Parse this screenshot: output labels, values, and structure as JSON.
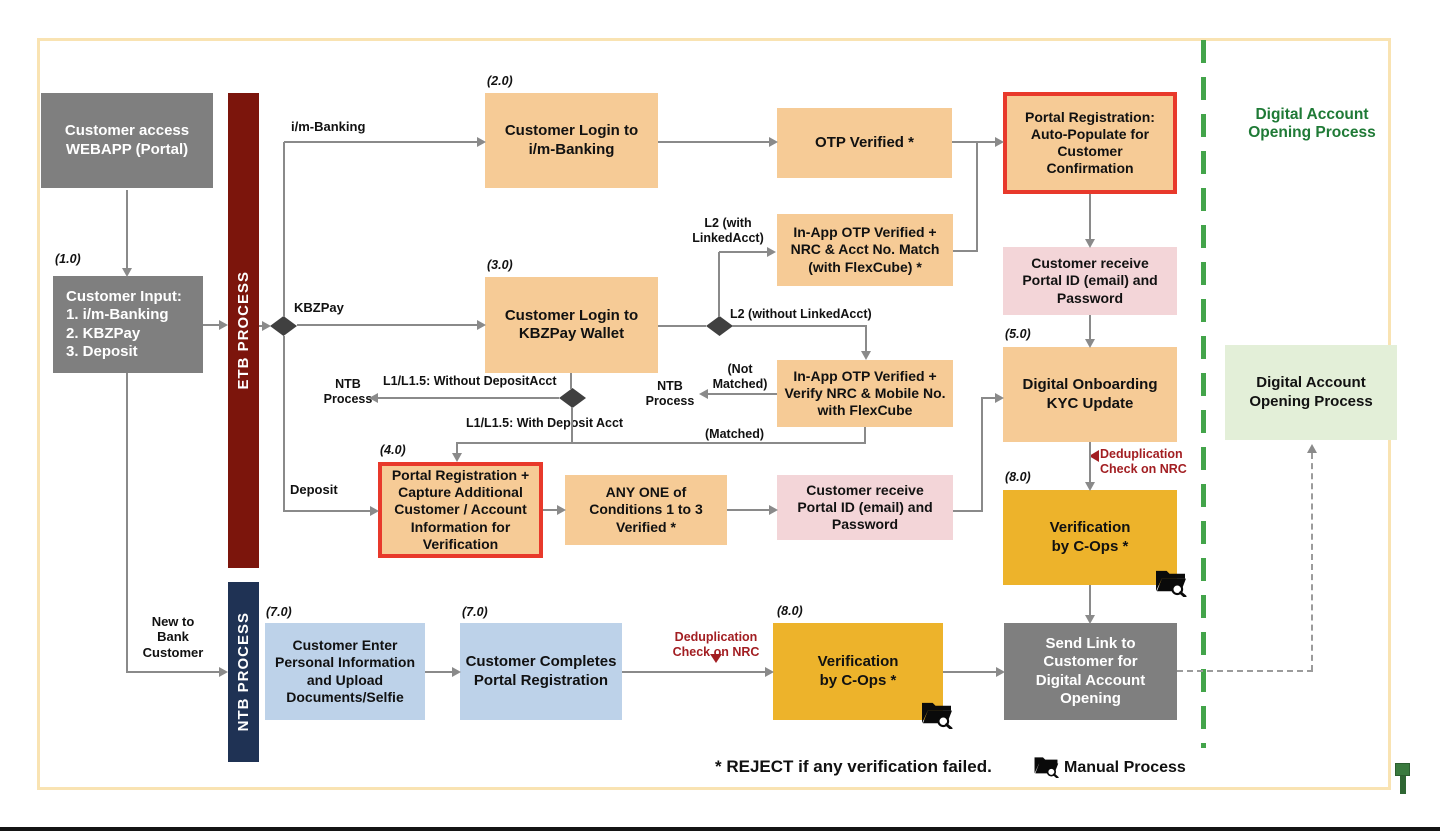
{
  "slide": {
    "lanes": {
      "etb": "ETB PROCESS",
      "ntb": "NTB PROCESS"
    },
    "steps": {
      "s1": "(1.0)",
      "s2": "(2.0)",
      "s3": "(3.0)",
      "s4": "(4.0)",
      "s5": "(5.0)",
      "s7a": "(7.0)",
      "s7b": "(7.0)",
      "s8a": "(8.0)",
      "s8b": "(8.0)"
    },
    "nodes": {
      "customer_access": "Customer access\nWEBAPP  (Portal)",
      "customer_input": "Customer Input:\n1.  i/m-Banking\n2.  KBZPay\n3.  Deposit",
      "login_imbanking": "Customer Login to\ni/m-Banking",
      "otp_verified": "OTP Verified *",
      "portal_reg_auto": "Portal Registration:\nAuto-Populate for\nCustomer\nConfirmation",
      "receive_portal_1": "Customer  receive\nPortal ID (email) and\nPassword",
      "kyc_update": "Digital Onboarding\nKYC Update",
      "cops_1": "Verification\nby C-Ops *",
      "send_link": "Send Link to\nCustomer for\nDigital Account\nOpening",
      "login_kbzpay": "Customer Login to\nKBZPay Wallet",
      "inapp_otp_match": "In-App OTP Verified +\nNRC  & Acct No. Match\n(with FlexCube) *",
      "inapp_otp_verify": "In-App OTP Verified +\nVerify NRC  & Mobile No.\nwith FlexCube",
      "portal_reg_capture": "Portal Registration +\nCapture Additional\nCustomer / Account\nInformation for\nVerification",
      "any_one": "ANY ONE of\nConditions 1 to 3\nVerified *",
      "receive_portal_2": "Customer  receive\nPortal ID (email) and\nPassword",
      "enter_personal": "Customer Enter\nPersonal Information\nand Upload\nDocuments/Selfie",
      "completes_reg": "Customer Completes\nPortal Registration",
      "cops_2": "Verification\nby C-Ops *"
    },
    "edges": {
      "im_banking": "i/m-Banking",
      "kbzpay": "KBZPay",
      "deposit": "Deposit",
      "new_to_bank": "New to\nBank\nCustomer",
      "l2_with": "L2 (with\nLinkedAcct)",
      "l2_without": "L2 (without LinkedAcct)",
      "l1_without": "L1/L1.5: Without DepositAcct",
      "l1_with": "L1/L1.5: With Deposit Acct",
      "not_matched": "(Not\nMatched)",
      "matched": "(Matched)",
      "ntb_process_left": "NTB\nProcess",
      "ntb_process_right": "NTB\nProcess",
      "dedup_1": "Deduplication\nCheck on NRC",
      "dedup_2": "Deduplication\nCheck on NRC"
    },
    "panel": {
      "title": "Digital Account\nOpening Process",
      "box": "Digital Account\nOpening Process"
    },
    "legend": {
      "reject": "* REJECT if any verification failed.",
      "manual": "Manual Process"
    },
    "icons": {
      "manual": "folder-with-magnifier-icon"
    },
    "colors": {
      "gray_box": "#7F7F7F",
      "orange_box": "#F6CB96",
      "pink_box": "#F3D5D8",
      "gold_box": "#EDB32B",
      "blue_box": "#BDD2E9",
      "green_box": "#E3EFD8",
      "etb_bar": "#7C150C",
      "ntb_bar": "#1F3254",
      "highlight_border": "#E8392B",
      "green_dash": "#43A44A",
      "green_text": "#1F7A36",
      "dedup_text": "#A21E22",
      "connector": "#8A8A8A",
      "slide_border": "#F9E3B2"
    }
  }
}
